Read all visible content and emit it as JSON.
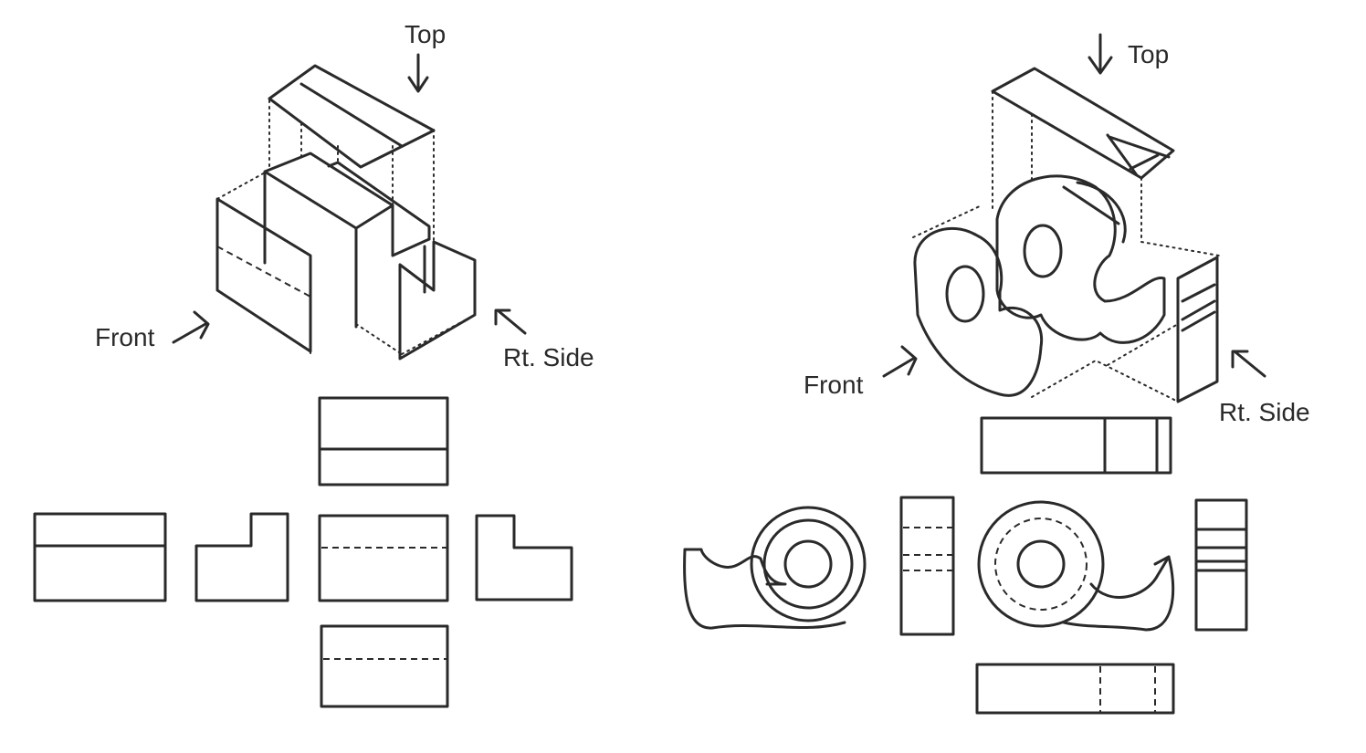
{
  "left_figure": {
    "label_top": "Top",
    "label_front": "Front",
    "label_side": "Rt. Side"
  },
  "right_figure": {
    "label_top": "Top",
    "label_front": "Front",
    "label_side": "Rt. Side"
  }
}
